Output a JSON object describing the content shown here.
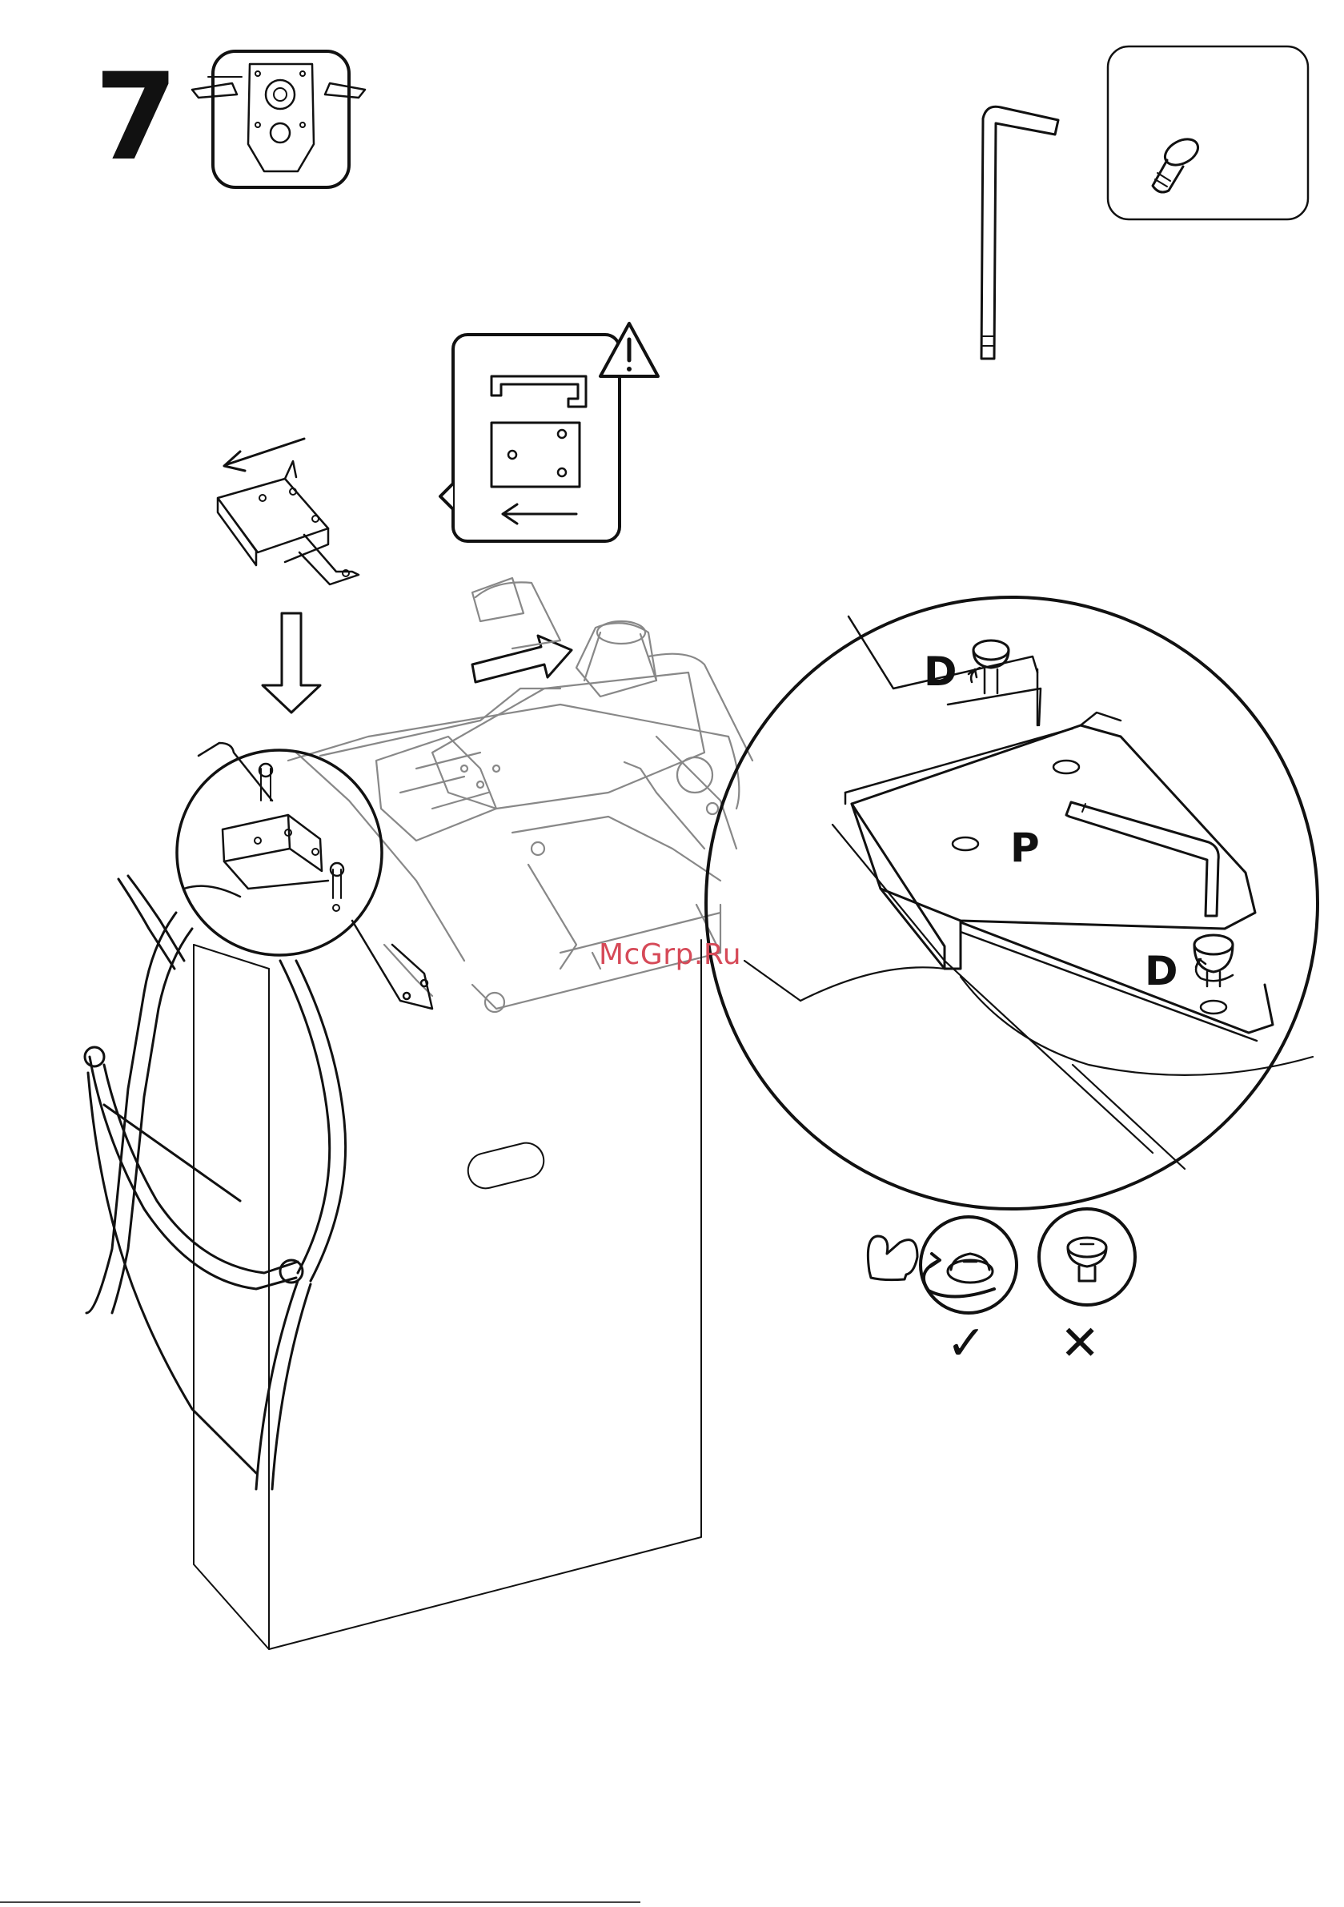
{
  "step": {
    "number": "7"
  },
  "labels": {
    "screw": "D",
    "plate": "P"
  },
  "status": {
    "correct": "✓",
    "incorrect": "✕"
  },
  "watermark": "McGrp.Ru",
  "icons": {
    "mechanism": "seat-mechanism-icon",
    "allen_key": "allen-key-icon",
    "screw": "screw-icon",
    "warning": "warning-icon",
    "strength": "flexed-arm-icon",
    "arrow": "arrow-icon"
  },
  "colors": {
    "ink": "#111111",
    "watermark": "#d64a58",
    "background": "#ffffff"
  }
}
